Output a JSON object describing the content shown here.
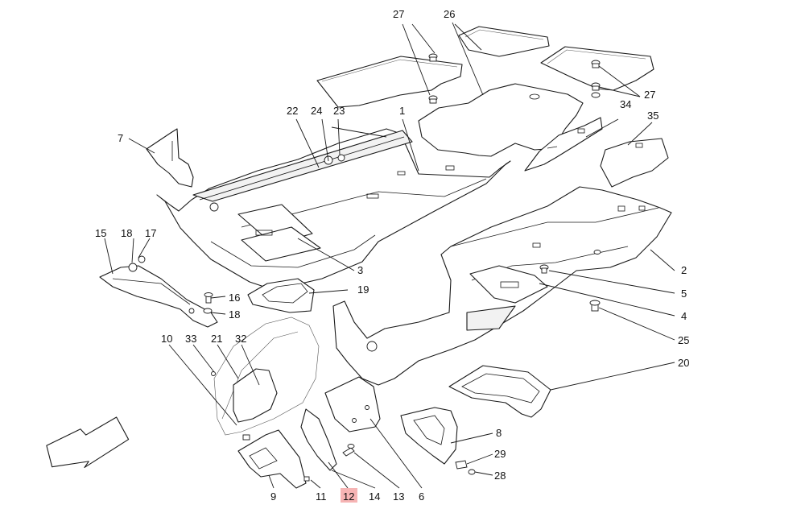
{
  "diagram": {
    "callouts": {
      "c1": "1",
      "c2": "2",
      "c3": "3",
      "c4": "4",
      "c5": "5",
      "c6": "6",
      "c7": "7",
      "c8": "8",
      "c9": "9",
      "c10": "10",
      "c11": "11",
      "c12": "12",
      "c13": "13",
      "c14": "14",
      "c15": "15",
      "c16": "16",
      "c17": "17",
      "c18a": "18",
      "c18b": "18",
      "c19": "19",
      "c20": "20",
      "c21": "21",
      "c22": "22",
      "c23": "23",
      "c24": "24",
      "c25": "25",
      "c26": "26",
      "c27a": "27",
      "c27b": "27",
      "c28": "28",
      "c29": "29",
      "c32": "32",
      "c33": "33",
      "c34": "34",
      "c35": "35"
    },
    "highlighted_callout": "12",
    "highlight_color": "#f6b4b4",
    "icons": [
      "direction-arrow-icon"
    ]
  }
}
